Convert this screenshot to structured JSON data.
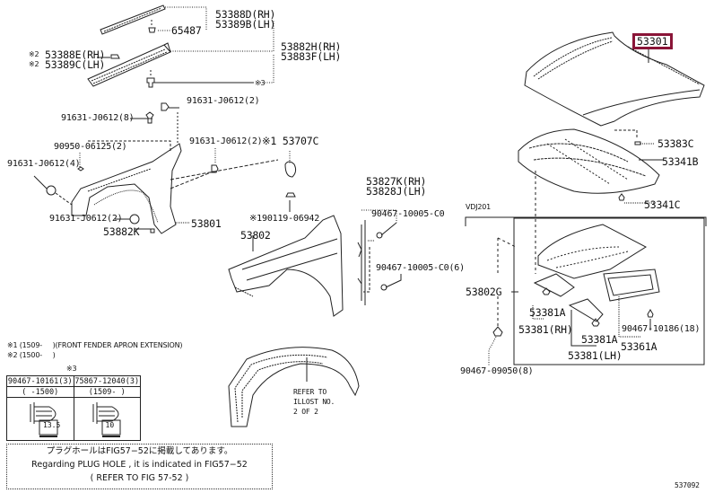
{
  "diagram": {
    "type": "parts-exploded-view",
    "highlight_color": "#8a1538",
    "figure_code": "537092",
    "highlighted_part": "53301",
    "parts": {
      "p53388D": "53388D(RH)",
      "p53389B": "53389B(LH)",
      "p65487": "65487",
      "p53882H": "53882H(RH)",
      "p53883F": "53883F(LH)",
      "p53388E": "53388E(RH)",
      "p53389C": "53389C(LH)",
      "note2_mark_a": "※2",
      "note2_mark_b": "※2",
      "note3_mark": "※3",
      "clip_a": "91631-J0612(2)",
      "clip_b": "91631-J0612(8)",
      "clip_c": "90950-06125(2)",
      "clip_d": "91631-J0612(4)",
      "clip_e": "91631-J0612(2)",
      "clip_f": "91631-J0612(2)",
      "p53707C": "※1 53707C",
      "p53801": "53801",
      "p53882K": "53882K",
      "p90119": "※190119-06942",
      "p53802": "53802",
      "p53827K": "53827K(RH)",
      "p53828J": "53828J(LH)",
      "screw_a": "90467-10005-C0",
      "screw_b": "90467-10005-C0(6)",
      "p53301": "53301",
      "p53383C": "53383C",
      "p53341B": "53341B",
      "p53341C": "53341C",
      "vdj": "VDJ201",
      "p53802G": "53802G",
      "p53381A_a": "53381A",
      "p53381RH": "53381(RH)",
      "p53381A_b": "53381A",
      "p53381LH": "53381(LH)",
      "p90467_10186": "90467-10186(18)",
      "p53361A": "53361A",
      "p90467_09050": "90467-09050(8)"
    },
    "notes": {
      "n1": "※1 (1509-     )(FRONT FENDER APRON EXTENSION)",
      "n2": "※2 (1500-     )",
      "n3_mark": "※3"
    },
    "clip_table": {
      "headers": [
        "90467-10161(3)",
        "75867-12040(3)"
      ],
      "ranges": [
        "(    -1500)",
        "(1509-     )"
      ],
      "sizes": [
        "13.5",
        "10"
      ]
    },
    "liner_ref": {
      "line1": "REFER TO",
      "line2": "ILLOST NO.",
      "line3": "2 OF 2"
    },
    "plug_note": {
      "jp": "プラグホールはFIG57−52に掲載してあります。",
      "en": "Regarding PLUG HOLE , it is indicated in FIG57−52",
      "ref": "(    REFER TO FIG 57-52    )"
    }
  }
}
